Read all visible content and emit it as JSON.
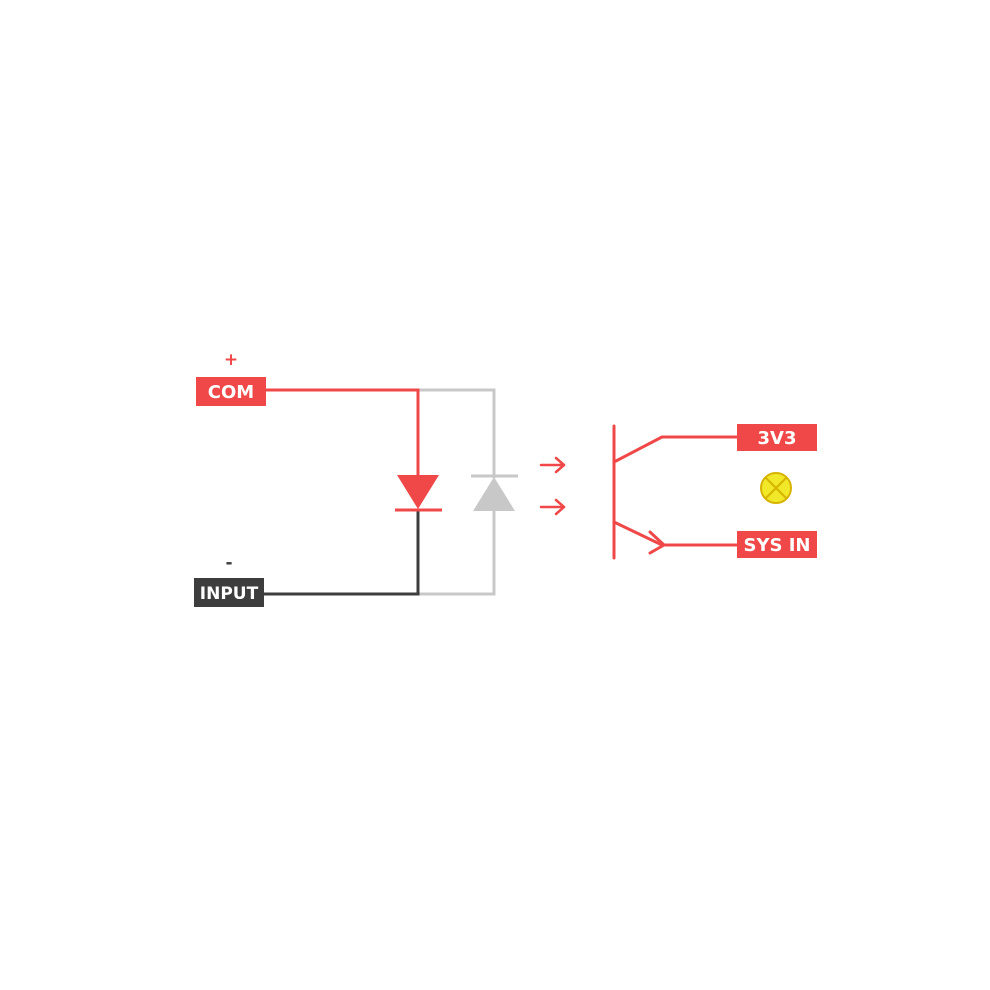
{
  "colors": {
    "active": "#f04848",
    "inactive": "#c8c8c8",
    "dark": "#3d3d3d",
    "indicator": "#f2e82a",
    "indicator_stroke": "#d6b400",
    "background": "#ffffff"
  },
  "terminals": {
    "com": {
      "label": "COM",
      "polarity": "+"
    },
    "input": {
      "label": "INPUT",
      "polarity": "-"
    },
    "v33": {
      "label": "3V3"
    },
    "sys_in": {
      "label": "SYS IN"
    }
  },
  "indicator": {
    "icon": "lamp-indicator-icon"
  }
}
